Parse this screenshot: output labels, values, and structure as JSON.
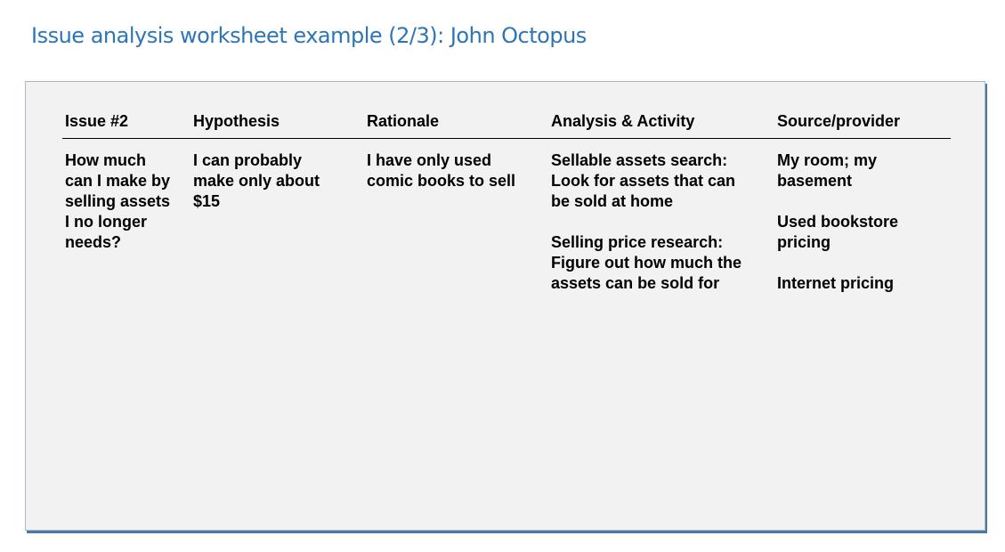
{
  "title": "Issue analysis worksheet example (2/3): John Octopus",
  "headers": {
    "issue": "Issue #2",
    "hypothesis": "Hypothesis",
    "rationale": "Rationale",
    "analysis": "Analysis & Activity",
    "source": "Source/provider"
  },
  "row": {
    "issue": "How much can I make by selling assets I no longer needs?",
    "hypothesis": "I can probably make only about $15",
    "rationale": "I have only used comic books to sell",
    "analysis": [
      "Sellable assets search: Look for assets that can be sold at home",
      "Selling price research: Figure out how much the assets can be sold for"
    ],
    "source": [
      "My room; my basement",
      "Used bookstore pricing",
      "Internet pricing"
    ]
  },
  "colors": {
    "title": "#2e75b6",
    "sheet_background": "#f1f2f1",
    "sheet_shadow": "#4a78a8"
  }
}
